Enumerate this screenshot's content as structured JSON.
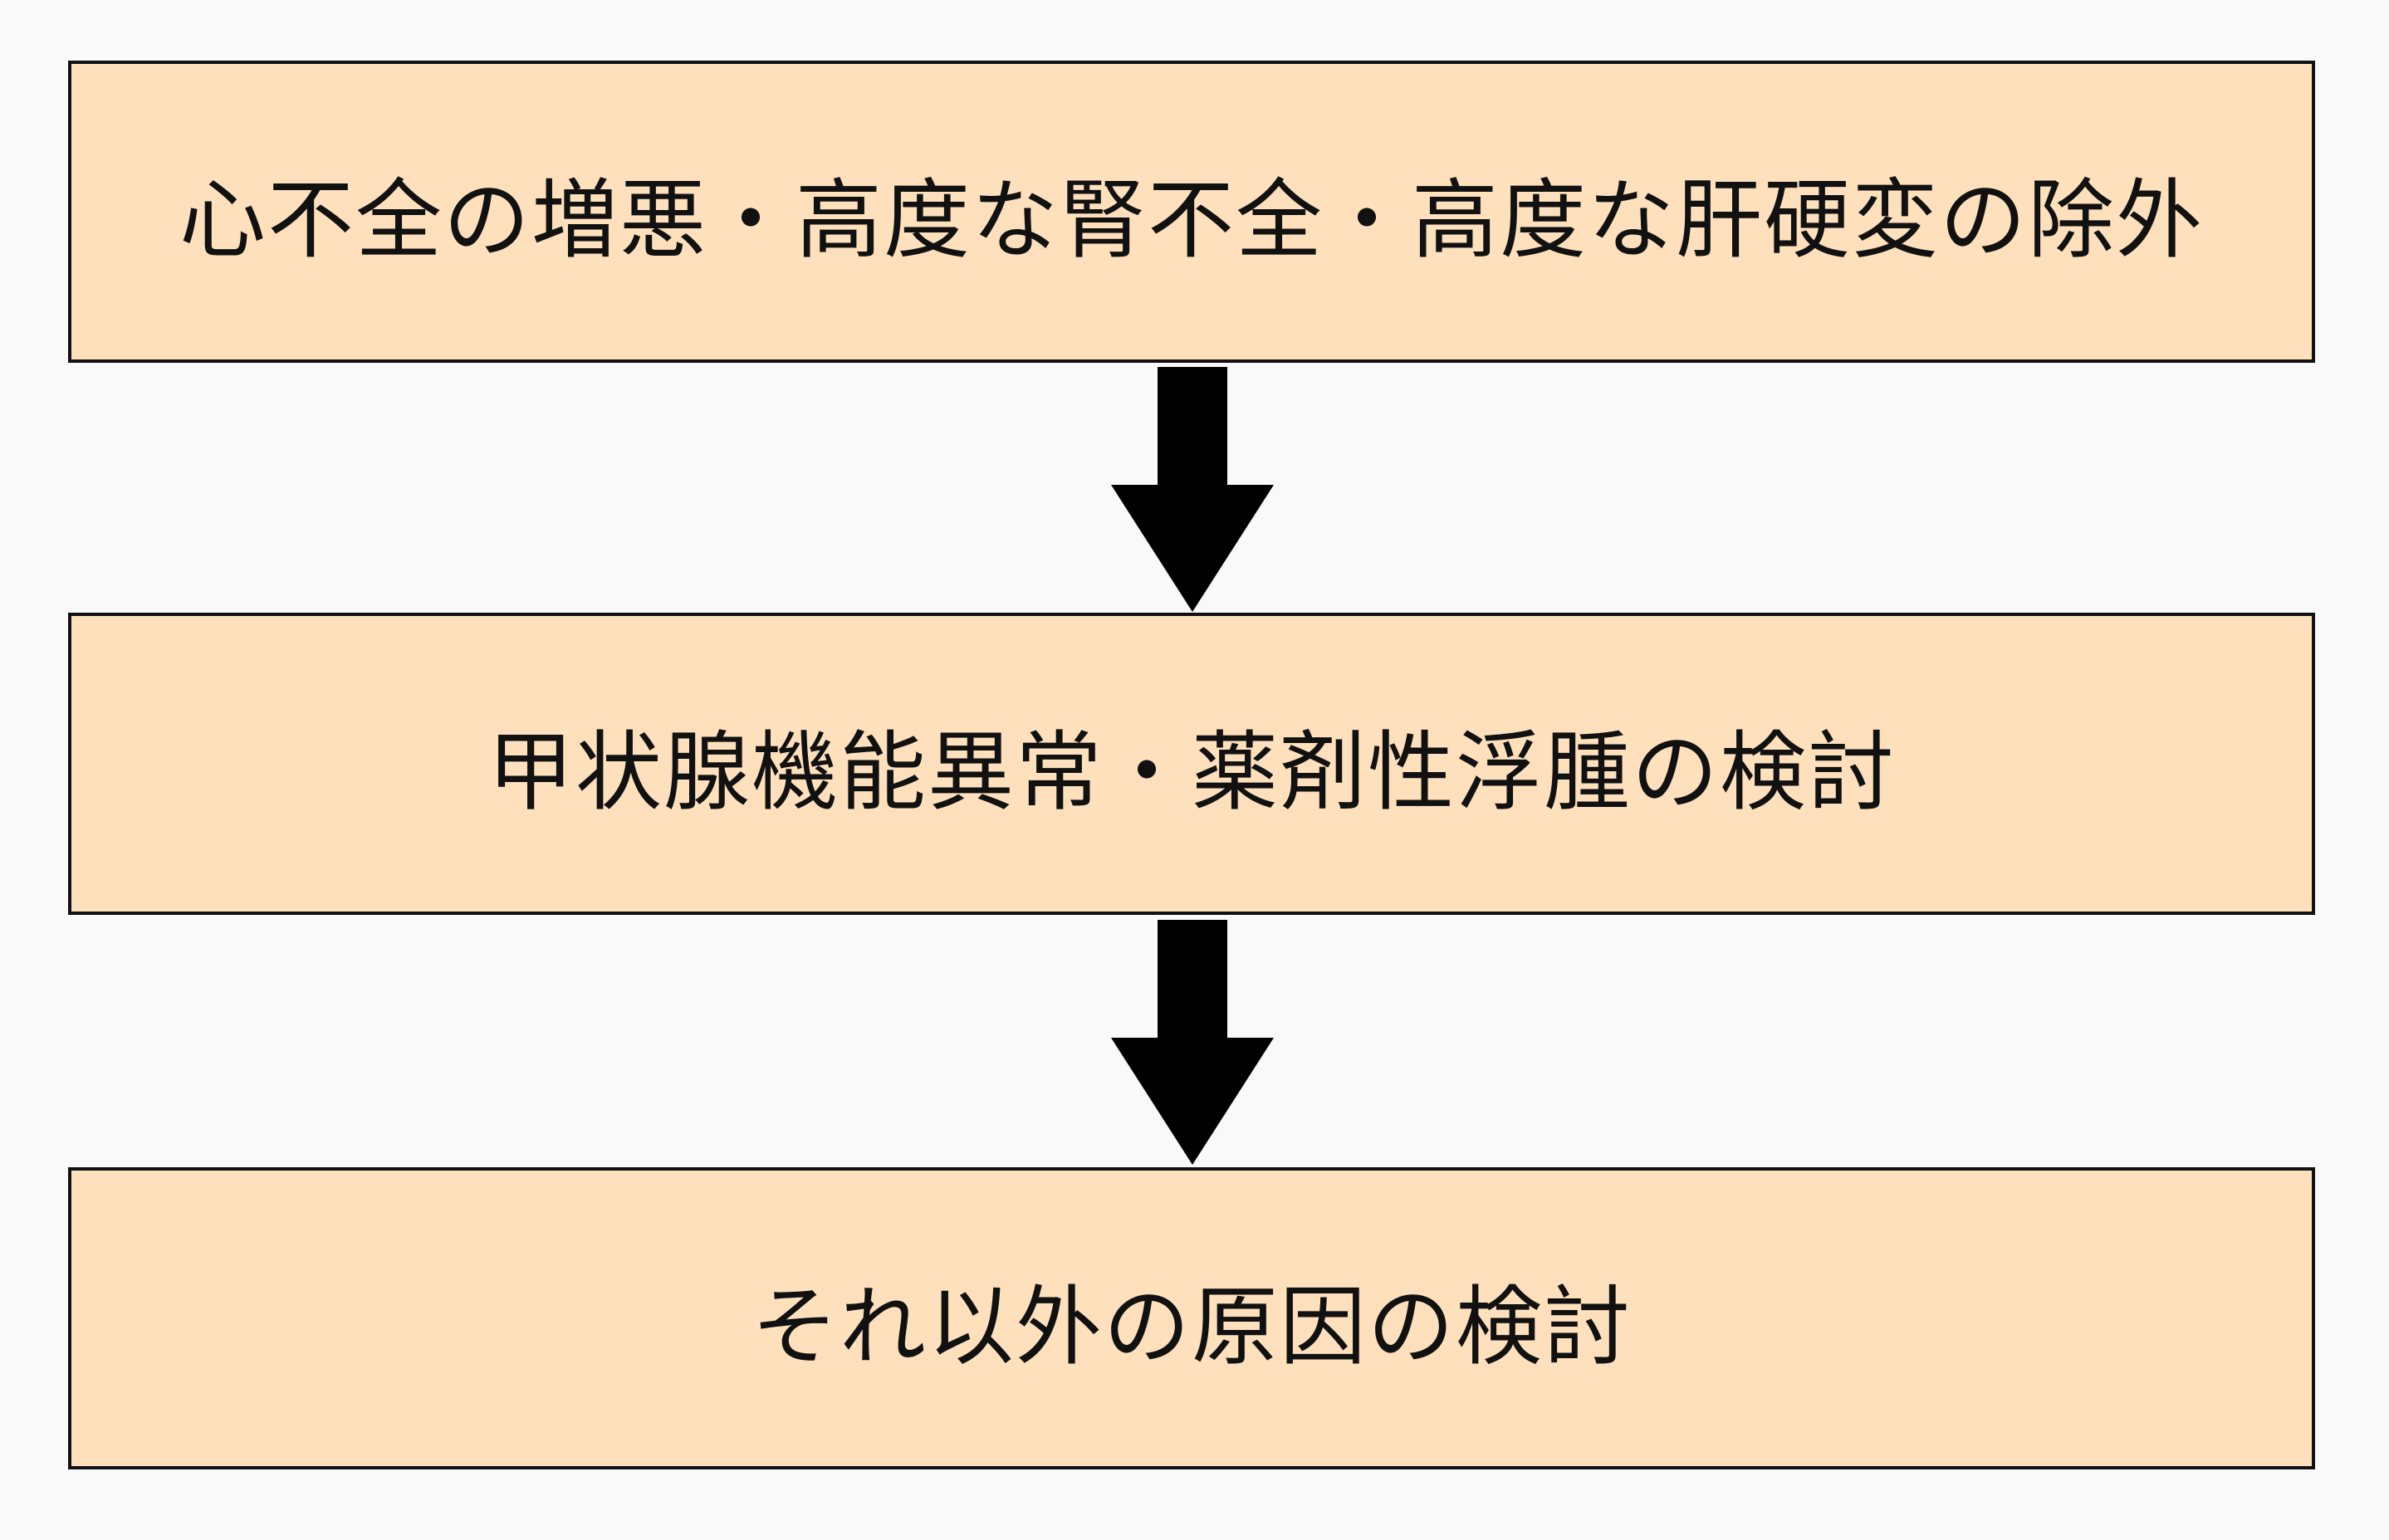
{
  "flowchart": {
    "steps": [
      {
        "label": "心不全の増悪・高度な腎不全・高度な肝硬変の除外"
      },
      {
        "label": "甲状腺機能異常・薬剤性浮腫の検討"
      },
      {
        "label": "それ以外の原因の検討"
      }
    ],
    "colors": {
      "box_fill": "#fee0bd",
      "box_border": "#111111",
      "arrow": "#000000",
      "background": "#f9f9f9"
    }
  }
}
